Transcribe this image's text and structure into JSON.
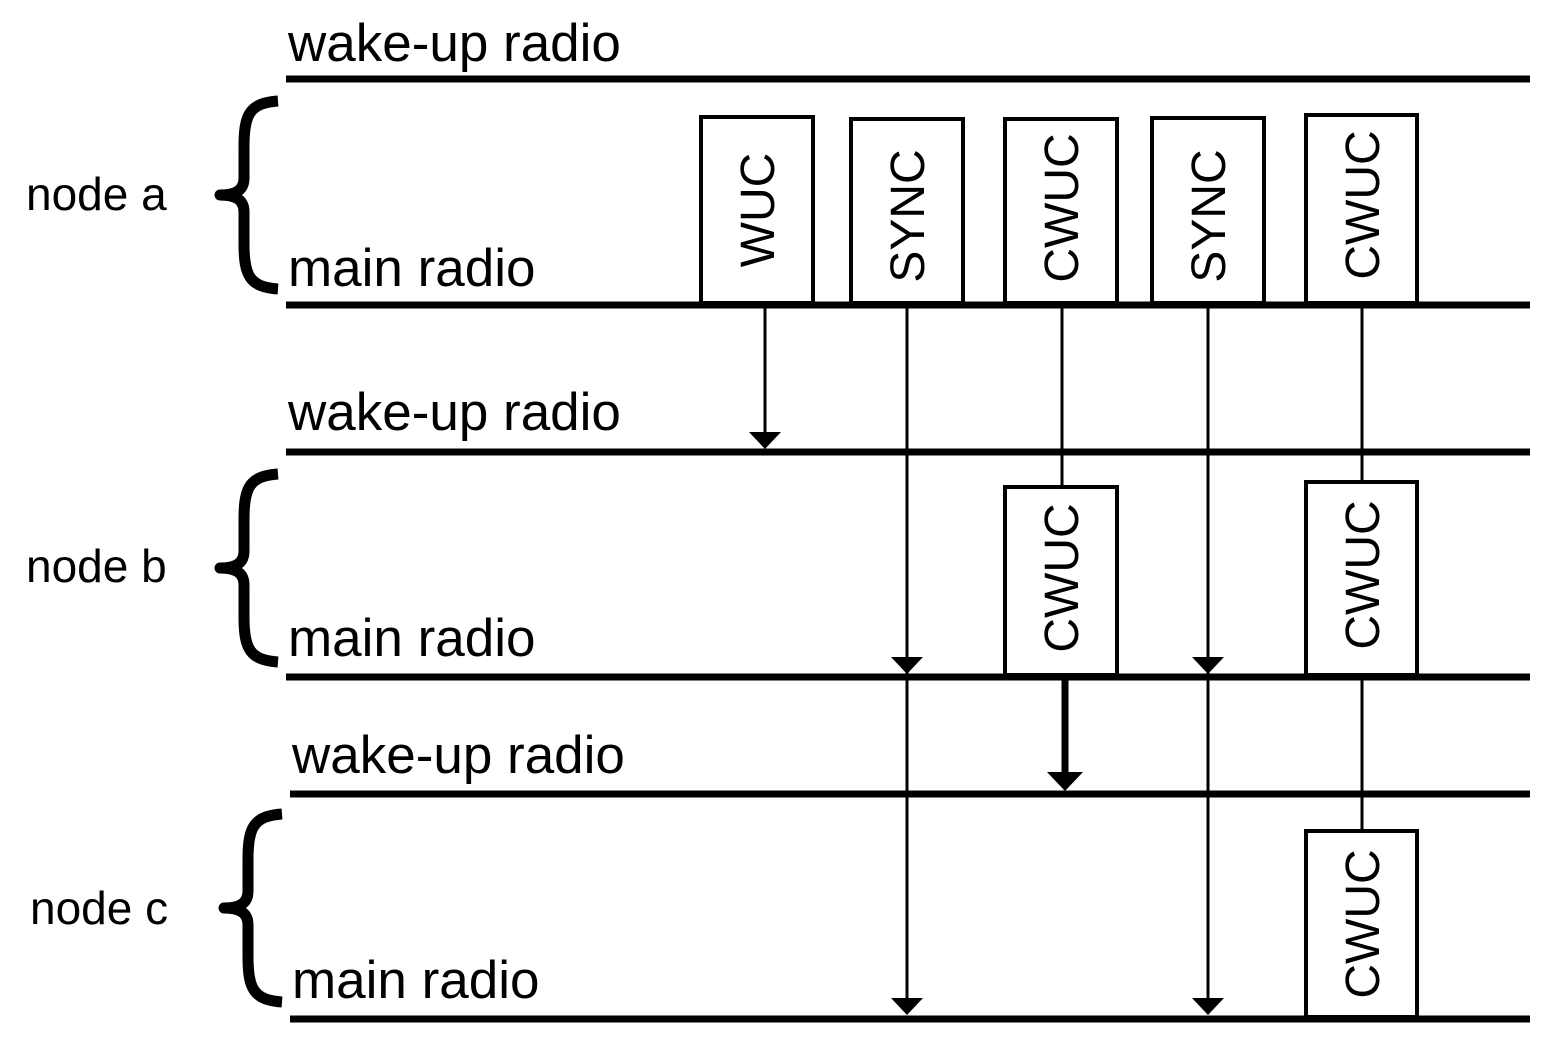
{
  "nodes": [
    {
      "label": "node a",
      "wakeup_label": "wake-up radio",
      "main_label": "main radio"
    },
    {
      "label": "node b",
      "wakeup_label": "wake-up radio",
      "main_label": "main radio"
    },
    {
      "label": "node c",
      "wakeup_label": "wake-up radio",
      "main_label": "main radio"
    }
  ],
  "packets": {
    "node_a": [
      "WUC",
      "SYNC",
      "CWUC",
      "SYNC",
      "CWUC"
    ],
    "node_b": [
      "CWUC",
      "CWUC"
    ],
    "node_c": [
      "CWUC"
    ]
  }
}
